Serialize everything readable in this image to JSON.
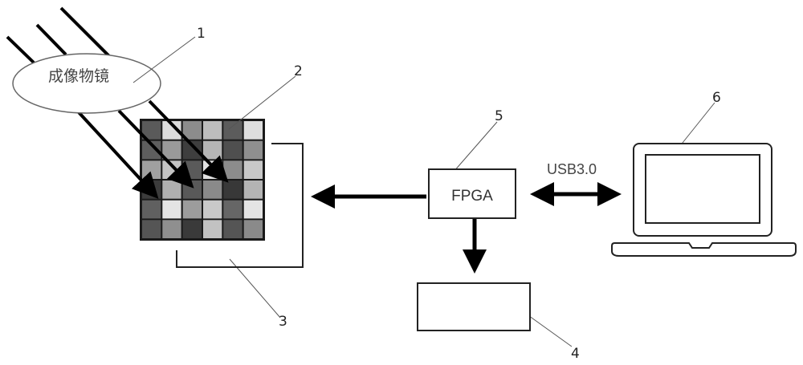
{
  "diagram": {
    "lens": {
      "text": "成像物镜",
      "number": "1"
    },
    "sensor": {
      "number": "2",
      "grid_rows": 6,
      "grid_cols": 6,
      "cell_shades": [
        [
          "#5a5a5a",
          "#dcdcdc",
          "#8c8c8c",
          "#bdbdbd",
          "#5c5c5c",
          "#dedede"
        ],
        [
          "#5e5e5e",
          "#9a9a9a",
          "#3e3e3e",
          "#b5b5b5",
          "#4f4f4f",
          "#8f8f8f"
        ],
        [
          "#a0a0a0",
          "#c4c4c4",
          "#5a5a5a",
          "#e2e2e2",
          "#8c8c8c",
          "#c8c8c8"
        ],
        [
          "#3c3c3c",
          "#b0b0b0",
          "#595959",
          "#8a8a8a",
          "#383838",
          "#b4b4b4"
        ],
        [
          "#606060",
          "#e4e4e4",
          "#9c9c9c",
          "#c9c9c9",
          "#666666",
          "#e4e4e4"
        ],
        [
          "#555555",
          "#8f8f8f",
          "#3a3a3a",
          "#c2c2c2",
          "#555555",
          "#8a8a8a"
        ]
      ]
    },
    "bracket": {
      "number": "3"
    },
    "storage_box": {
      "number": "4",
      "text": ""
    },
    "fpga": {
      "text": "FPGA",
      "number": "5"
    },
    "computer": {
      "number": "6"
    },
    "link": {
      "text": "USB3.0"
    }
  }
}
